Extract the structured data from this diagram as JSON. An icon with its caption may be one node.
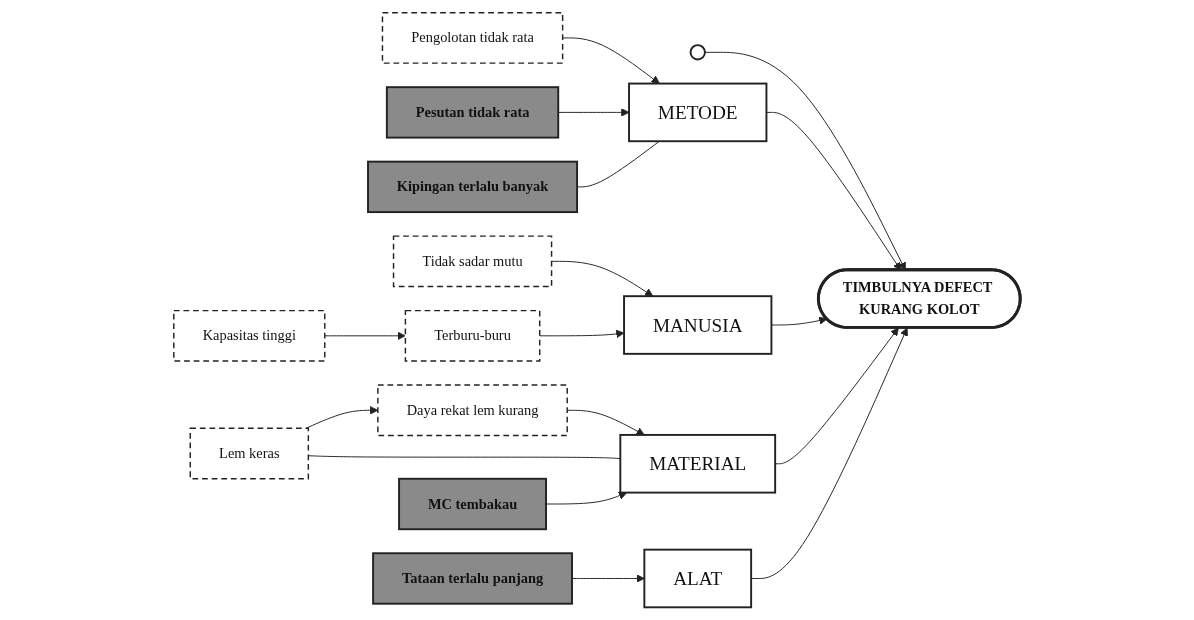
{
  "diagram": {
    "nodes": [
      {
        "text": [
          "METODE"
        ]
      },
      {
        "text": [
          "Pengolotan tidak rata"
        ]
      },
      {
        "text": [
          "Pesutan tidak rata"
        ]
      },
      {
        "text": [
          "Kipingan terlalu banyak"
        ]
      },
      {
        "text": [
          "MANUSIA"
        ]
      },
      {
        "text": [
          "Terburu-buru"
        ]
      },
      {
        "text": [
          "Tidak sadar mutu"
        ]
      },
      {
        "text": [
          "Kapasitas tinggi"
        ]
      },
      {
        "text": [
          "TIMBULNYA DEFECT KURANG KOLOT"
        ]
      },
      {
        "text": [],
        "shape": "circle"
      },
      {
        "text": [
          "Daya rekat lem kurang"
        ]
      },
      {
        "text": [
          "Lem keras"
        ]
      },
      {
        "text": [
          "MC tembakau"
        ]
      },
      {
        "text": [
          "Tataan terlalu panjang"
        ]
      },
      {
        "text": [
          "MATERIAL"
        ]
      },
      {
        "text": [
          "ALAT"
        ]
      }
    ],
    "edges": [
      {
        "from": 9,
        "to": 8,
        "arrow": "to"
      },
      {
        "from": 0,
        "to": 8,
        "arrow": "to"
      },
      {
        "from": 1,
        "to": 0,
        "arrow": "to"
      },
      {
        "from": 2,
        "to": 0,
        "arrow": "to"
      },
      {
        "from": 3,
        "to": 0,
        "arrow": "none"
      },
      {
        "from": 4,
        "to": 8,
        "arrow": "to"
      },
      {
        "from": 6,
        "to": 4,
        "arrow": "to"
      },
      {
        "from": 5,
        "to": 4,
        "arrow": "to"
      },
      {
        "from": 7,
        "to": 5,
        "arrow": "to"
      },
      {
        "from": 14,
        "to": 8,
        "arrow": "to"
      },
      {
        "from": 10,
        "to": 14,
        "arrow": "to"
      },
      {
        "from": 11,
        "to": 14,
        "arrow": "none"
      },
      {
        "from": 11,
        "to": 10,
        "arrow": "to"
      },
      {
        "from": 12,
        "to": 14,
        "arrow": "to"
      },
      {
        "from": 15,
        "to": 8,
        "arrow": "to"
      },
      {
        "from": 13,
        "to": 15,
        "arrow": "to"
      }
    ]
  }
}
